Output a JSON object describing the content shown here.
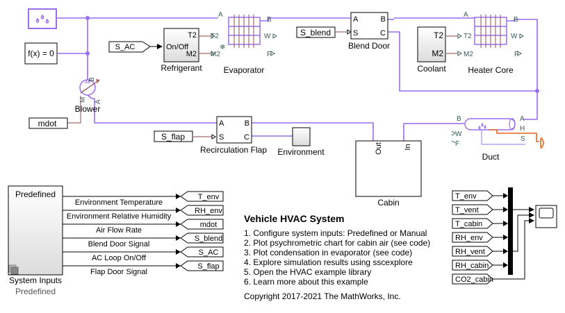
{
  "diagram": {
    "title": "Vehicle HVAC System",
    "annotations": [
      "1. Configure system inputs: Predefined or Manual",
      "2. Plot psychrometric chart for cabin air (see code)",
      "3. Plot condensation in evaporator (see code)",
      "4. Explore simulation results using sscexplore",
      "5. Open the HVAC example library",
      "6. Learn more about this example"
    ],
    "copyright": "Copyright 2017-2021 The MathWorks, Inc."
  },
  "blocks": {
    "moist_air_properties": {
      "icon": "water-drops-icon"
    },
    "solver": {
      "label": "f(x) = 0"
    },
    "refrigerant": {
      "label": "Refrigerant",
      "ports": {
        "input": "On/Off",
        "out1": "T2",
        "out2": "M2"
      }
    },
    "s_ac_from": {
      "label": "S_AC"
    },
    "evaporator": {
      "label": "Evaporator",
      "ports": {
        "a": "A",
        "b": "B",
        "t2": "T2",
        "m2": "M2",
        "w": "W",
        "f": "F"
      }
    },
    "s_blend_from": {
      "label": "S_blend"
    },
    "blend_door": {
      "label": "Blend Door",
      "ports": {
        "a": "A",
        "s": "S",
        "b": "B",
        "c": "C"
      }
    },
    "coolant": {
      "label": "Coolant",
      "ports": {
        "out1": "T2",
        "out2": "M2"
      }
    },
    "heater_core": {
      "label": "Heater Core",
      "ports": {
        "a": "A",
        "b": "B",
        "t2": "T2",
        "m2": "M2",
        "w": "W",
        "f": "F"
      }
    },
    "blower": {
      "label": "Blower",
      "ports": {
        "a": "A",
        "b": "B",
        "m": "M"
      }
    },
    "mdot_from": {
      "label": "mdot"
    },
    "s_flap_from": {
      "label": "S_flap"
    },
    "recirculation_flap": {
      "label": "Recirculation Flap",
      "ports": {
        "a": "A",
        "s": "S",
        "b": "B",
        "c": "C"
      }
    },
    "environment": {
      "label": "Environment"
    },
    "cabin": {
      "label": "Cabin",
      "ports": {
        "out": "Out",
        "in": "In"
      }
    },
    "duct": {
      "label": "Duct",
      "ports": {
        "a": "A",
        "b": "B",
        "h": "H",
        "w": "W",
        "f": "F",
        "s": "S"
      }
    },
    "system_inputs": {
      "label": "System Inputs",
      "variant": "Predefined",
      "inner_label": "Predefined",
      "signals": [
        {
          "name": "Environment Temperature",
          "goto": "T_env"
        },
        {
          "name": "Environment Relative Humidity",
          "goto": "RH_env"
        },
        {
          "name": "Air Flow Rate",
          "goto": "mdot"
        },
        {
          "name": "Blend Door Signal",
          "goto": "S_blend"
        },
        {
          "name": "AC Loop On/Off",
          "goto": "S_AC"
        },
        {
          "name": "Flap Door Signal",
          "goto": "S_flap"
        }
      ]
    },
    "scope_inputs": [
      "T_env",
      "T_vent",
      "T_cabin",
      "RH_env",
      "RH_vent",
      "RH_cabin",
      "CO2_cabin"
    ]
  },
  "colors": {
    "moist_air": "#9a6cf0",
    "signal": "#a06a6a",
    "thermal": "#e8641e"
  }
}
